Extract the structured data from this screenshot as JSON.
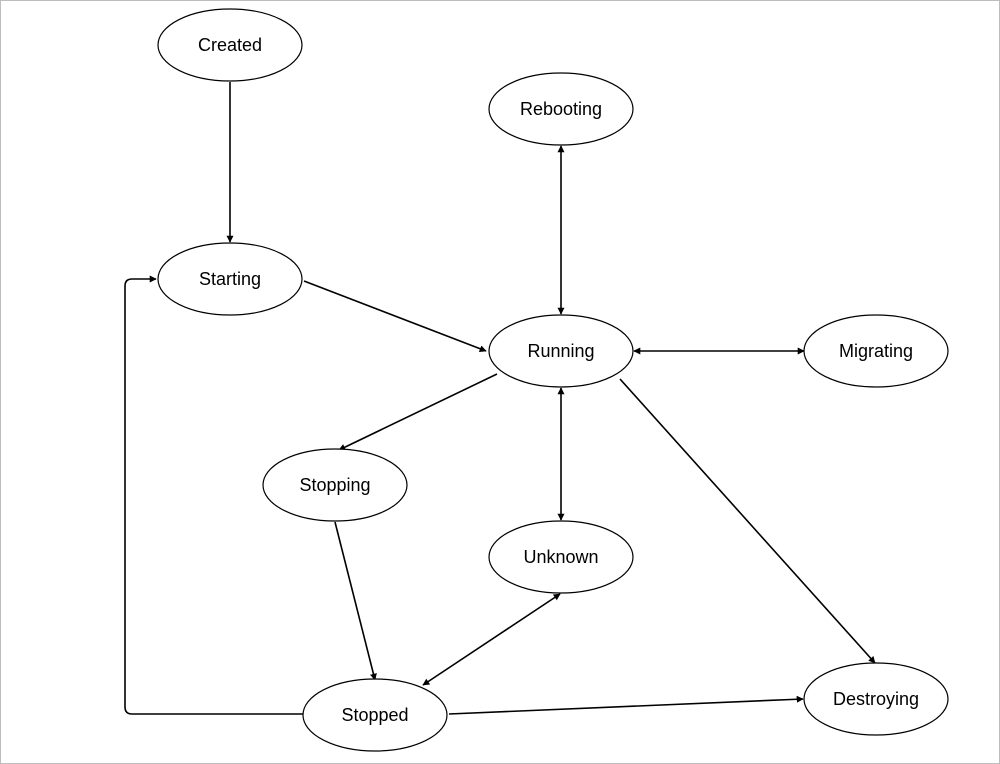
{
  "diagram": {
    "nodes": [
      {
        "id": "created",
        "label": "Created"
      },
      {
        "id": "rebooting",
        "label": "Rebooting"
      },
      {
        "id": "starting",
        "label": "Starting"
      },
      {
        "id": "running",
        "label": "Running"
      },
      {
        "id": "migrating",
        "label": "Migrating"
      },
      {
        "id": "stopping",
        "label": "Stopping"
      },
      {
        "id": "unknown",
        "label": "Unknown"
      },
      {
        "id": "stopped",
        "label": "Stopped"
      },
      {
        "id": "destroying",
        "label": "Destroying"
      }
    ],
    "edges": [
      {
        "from": "created",
        "to": "starting",
        "bidirectional": false
      },
      {
        "from": "starting",
        "to": "running",
        "bidirectional": false
      },
      {
        "from": "running",
        "to": "rebooting",
        "bidirectional": true
      },
      {
        "from": "running",
        "to": "migrating",
        "bidirectional": true
      },
      {
        "from": "running",
        "to": "stopping",
        "bidirectional": false
      },
      {
        "from": "running",
        "to": "unknown",
        "bidirectional": true
      },
      {
        "from": "running",
        "to": "destroying",
        "bidirectional": false
      },
      {
        "from": "stopping",
        "to": "stopped",
        "bidirectional": false
      },
      {
        "from": "stopped",
        "to": "unknown",
        "bidirectional": true
      },
      {
        "from": "stopped",
        "to": "destroying",
        "bidirectional": false
      },
      {
        "from": "stopped",
        "to": "starting",
        "bidirectional": false
      }
    ]
  }
}
